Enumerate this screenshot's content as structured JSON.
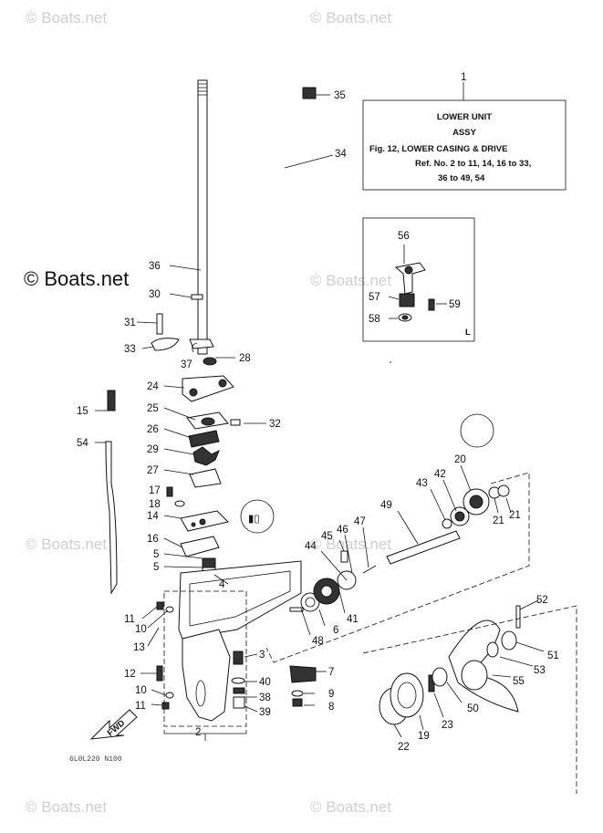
{
  "watermark": "© Boats.net",
  "box1": {
    "ref": "1",
    "title": "LOWER UNIT",
    "subtitle": "ASSY",
    "line1": "Fig. 12, LOWER CASING & DRIVE",
    "line2": "Ref. No. 2 to 11, 14, 16 to 33,",
    "line3": "36 to 49, 54"
  },
  "inset_letter": "L",
  "footer_code": "6L0L220 N100",
  "fwd_label": "FWD",
  "labels": {
    "n1": "1",
    "n2": "2",
    "n3": "3",
    "n4": "4",
    "n5a": "5",
    "n5b": "5",
    "n6": "6",
    "n7": "7",
    "n8": "8",
    "n9": "9",
    "n10a": "10",
    "n10b": "10",
    "n11a": "11",
    "n11b": "11",
    "n12": "12",
    "n13": "13",
    "n14": "14",
    "n15": "15",
    "n16": "16",
    "n17": "17",
    "n18": "18",
    "n19": "19",
    "n20": "20",
    "n21a": "21",
    "n21b": "21",
    "n22": "22",
    "n23": "23",
    "n24": "24",
    "n25": "25",
    "n26": "26",
    "n27": "27",
    "n28": "28",
    "n29": "29",
    "n30": "30",
    "n31": "31",
    "n32": "32",
    "n33": "33",
    "n34": "34",
    "n35": "35",
    "n36": "36",
    "n37": "37",
    "n38": "38",
    "n39": "39",
    "n40": "40",
    "n41": "41",
    "n42": "42",
    "n43": "43",
    "n44": "44",
    "n45": "45",
    "n46": "46",
    "n47": "47",
    "n48": "48",
    "n49": "49",
    "n50": "50",
    "n51": "51",
    "n52": "52",
    "n53": "53",
    "n54": "54",
    "n55": "55",
    "n56": "56",
    "n57": "57",
    "n58": "58",
    "n59": "59"
  }
}
